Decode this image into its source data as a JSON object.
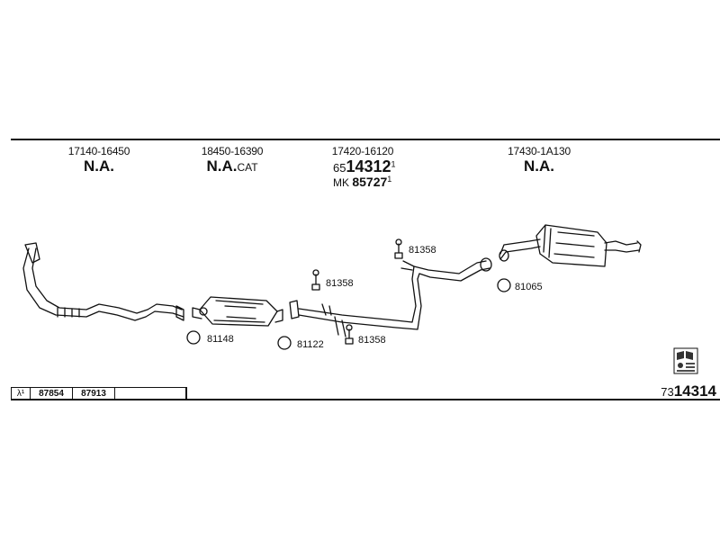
{
  "columns": [
    {
      "part_no": "17140-16450",
      "label": "N.A.",
      "suffix": ""
    },
    {
      "part_no": "18450-16390",
      "label": "N.A.",
      "suffix": "CAT"
    },
    {
      "part_no": "17420-16120",
      "label": "",
      "suffix": ""
    },
    {
      "part_no": "17430-1A130",
      "label": "N.A.",
      "suffix": ""
    }
  ],
  "ref_lines": [
    {
      "prefix": "65",
      "number": "14312",
      "mark": "1"
    },
    {
      "prefix": "MK ",
      "number": "85727",
      "mark": "1"
    }
  ],
  "callouts": {
    "c81148": "81148",
    "c81122": "81122",
    "c81358_center": "81358",
    "c81358_lower": "81358",
    "c81358_upper": "81358",
    "c81065": "81065"
  },
  "lambda_row": {
    "symbol": "λ¹",
    "codes": [
      "87854",
      "87913",
      ""
    ]
  },
  "catalog": {
    "prefix": "73",
    "number": "14314"
  },
  "icons": {
    "info": "book-info-icon",
    "hanger": "rubber-hanger-icon",
    "gasket": "gasket-ring-icon"
  }
}
